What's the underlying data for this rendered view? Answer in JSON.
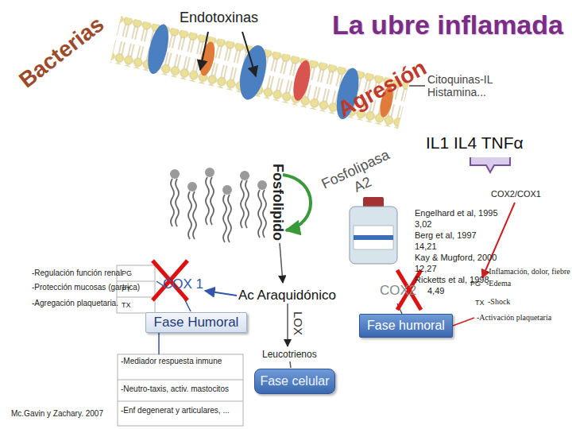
{
  "diagram": {
    "title": "La ubre inflamada",
    "nodes": [
      {
        "text": [
          "Fase Humoral"
        ]
      },
      {
        "text": [
          "Fase humoral"
        ]
      },
      {
        "text": [
          "Fase celular"
        ]
      }
    ],
    "labels": [
      "Bacterias",
      "Endotoxinas",
      "Agresión",
      "Citoquinas-IL Histamina...",
      "IL1 IL4 TNFα",
      "Fosfolipido",
      "Fosfolipasa A2",
      "COX2/COX1",
      "Engelhard et al, 1995",
      "3,02",
      "Berg et al, 1997",
      "14,21",
      "Kay & Mugford, 2000",
      "12,27",
      "Ricketts et al, 1998",
      "4,49",
      "-Inflamación, dolor, fiebre",
      "PG",
      "-Edema",
      "TX",
      "-Shock",
      "-Activación plaquetaria",
      "-Regulación función renal",
      "PG",
      "-Protección mucosas (gartrica)",
      "PT",
      "-Agregación plaquetaria.",
      "TX",
      "COX 1",
      "Ac Araquidónico",
      "COX2",
      "LOX",
      "Leucotrienos",
      "-Mediador respuesta inmune",
      "-Neutro-taxis, activ. mastocitos",
      "-Enf degenerat y articulares, ...",
      "Mc.Gavin y Zachary. 2007"
    ]
  }
}
